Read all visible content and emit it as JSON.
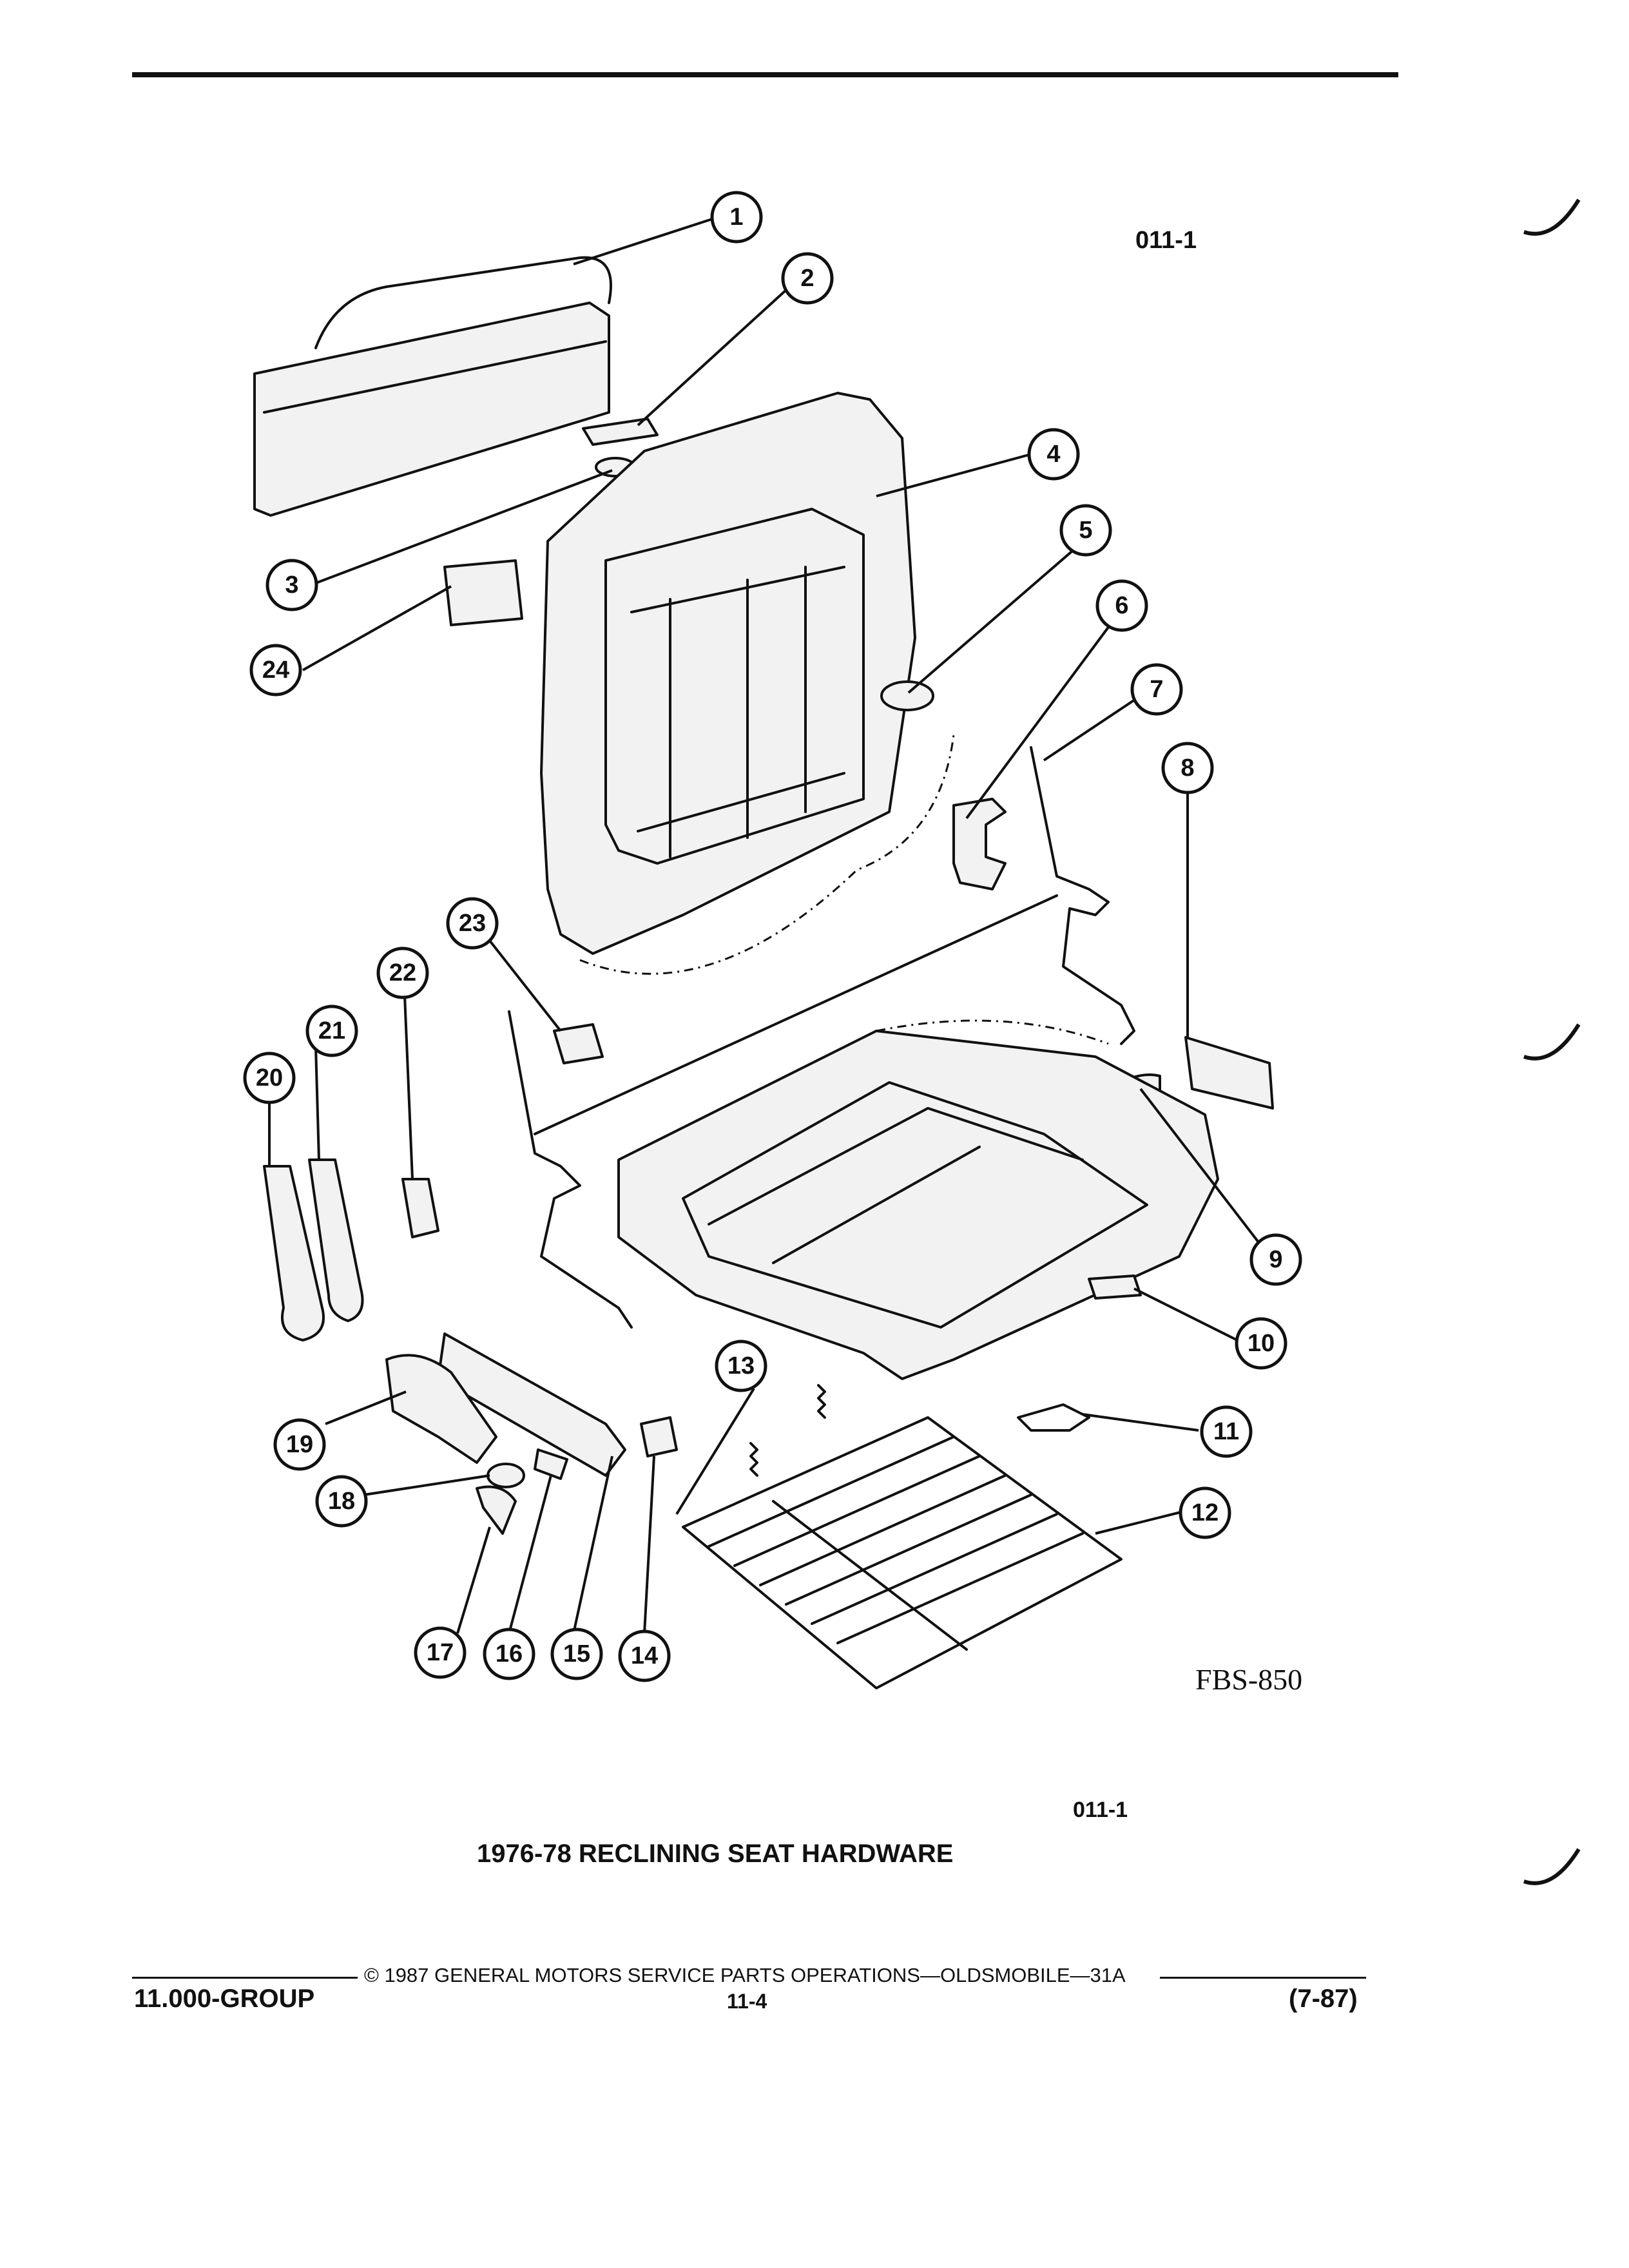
{
  "header": {
    "code_top": "011-1"
  },
  "diagram": {
    "id_label": "FBS-850",
    "callouts": [
      "1",
      "2",
      "3",
      "4",
      "5",
      "6",
      "7",
      "8",
      "9",
      "10",
      "11",
      "12",
      "13",
      "14",
      "15",
      "16",
      "17",
      "18",
      "19",
      "20",
      "21",
      "22",
      "23",
      "24"
    ]
  },
  "caption": {
    "code": "011-1",
    "title": "1976-78 RECLINING SEAT HARDWARE"
  },
  "footer": {
    "copyright": "© 1987 GENERAL MOTORS SERVICE PARTS OPERATIONS—OLDSMOBILE—31A",
    "group": "11.000-GROUP",
    "page": "11-4",
    "date": "(7-87)"
  }
}
